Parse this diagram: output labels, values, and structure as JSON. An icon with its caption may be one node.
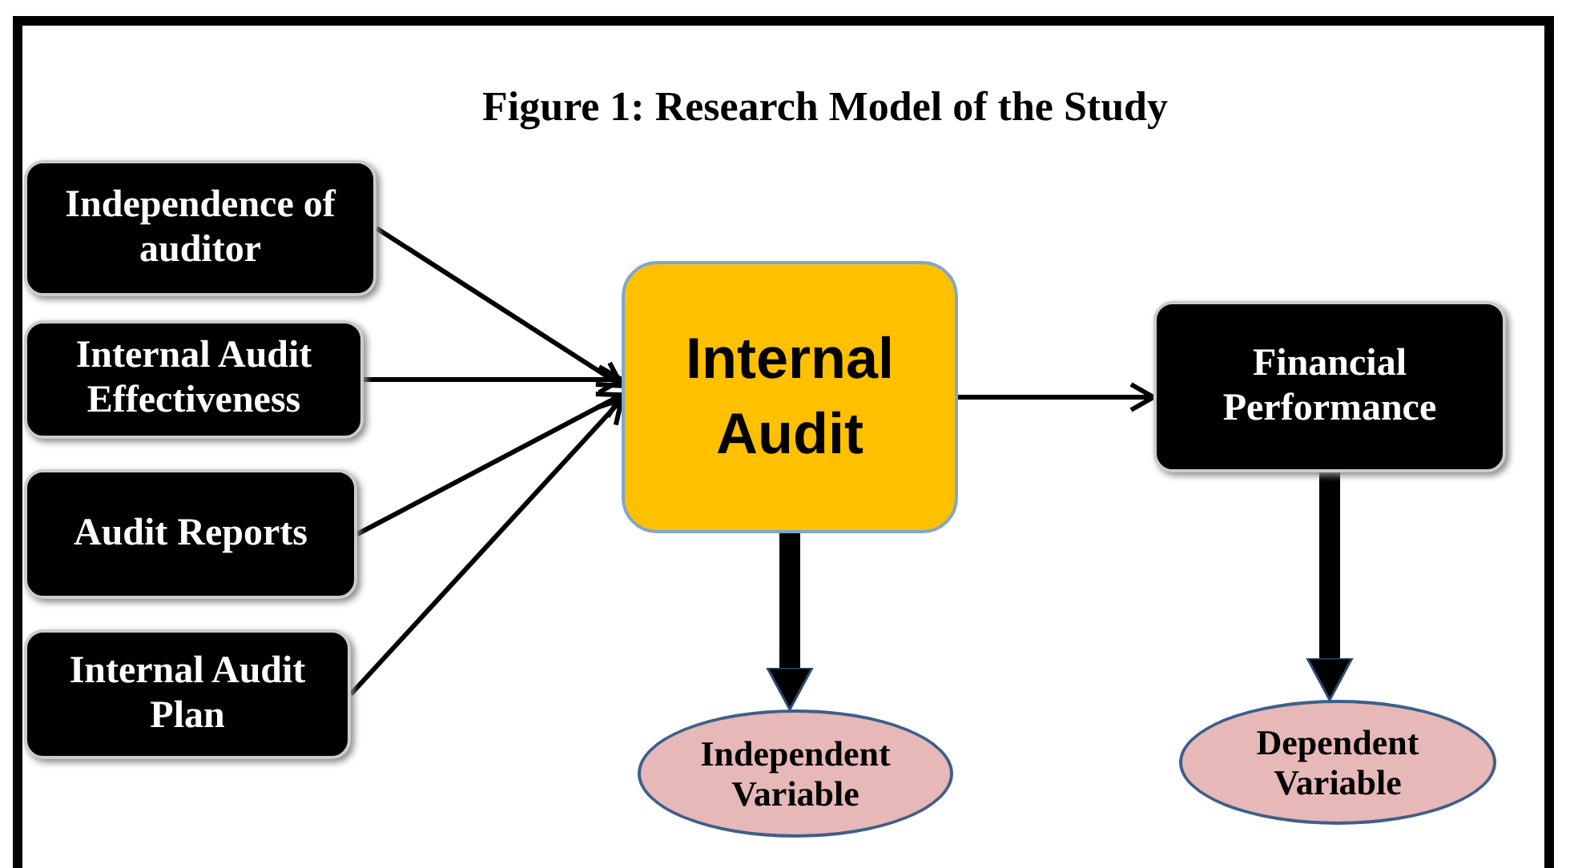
{
  "diagram": {
    "title": "Figure 1: Research Model of the Study",
    "nodes": [
      {
        "text": [
          "Independence of auditor"
        ]
      },
      {
        "text": [
          "Internal Audit Effectiveness"
        ]
      },
      {
        "text": [
          "Audit Reports"
        ]
      },
      {
        "text": [
          "Internal Audit Plan"
        ]
      },
      {
        "text": [
          "Internal Audit"
        ]
      },
      {
        "text": [
          "Financial Performance"
        ]
      },
      {
        "text": [
          "Independent Variable"
        ]
      },
      {
        "text": [
          "Dependent Variable"
        ]
      }
    ],
    "edges": [
      {
        "from": 0,
        "to": 4,
        "arrow": "to"
      },
      {
        "from": 1,
        "to": 4,
        "arrow": "to"
      },
      {
        "from": 2,
        "to": 4,
        "arrow": "to"
      },
      {
        "from": 3,
        "to": 4,
        "arrow": "to"
      },
      {
        "from": 4,
        "to": 5,
        "arrow": "to"
      },
      {
        "from": 4,
        "to": 6,
        "arrow": "to",
        "style": "thick"
      },
      {
        "from": 5,
        "to": 7,
        "arrow": "to",
        "style": "thick"
      }
    ]
  }
}
